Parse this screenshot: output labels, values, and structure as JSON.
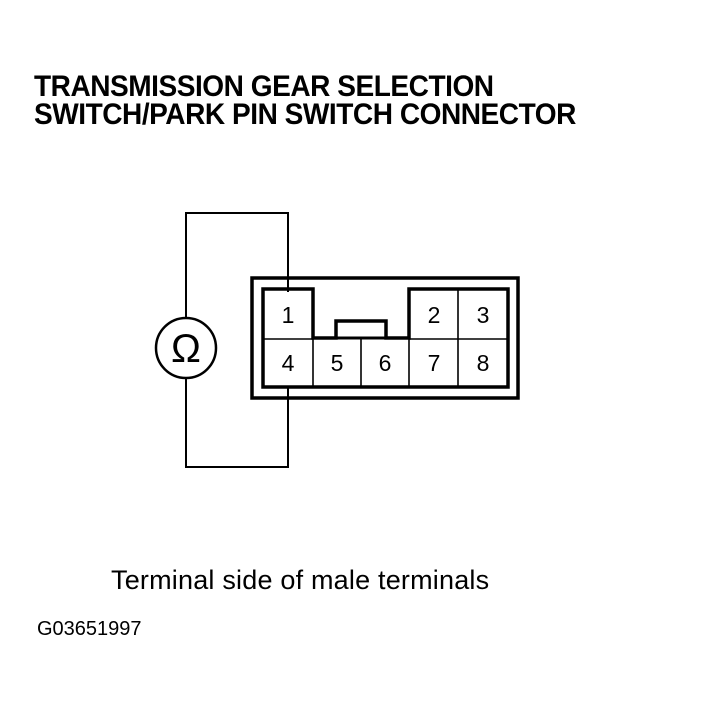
{
  "title": {
    "line1": "TRANSMISSION GEAR SELECTION",
    "line2": "SWITCH/PARK PIN SWITCH CONNECTOR"
  },
  "meter": {
    "icon": "ohmmeter-icon",
    "symbol": "Ω"
  },
  "connector": {
    "terminals": [
      {
        "pin": "1",
        "row": 1,
        "col": 1
      },
      {
        "pin": "2",
        "row": 1,
        "col": 4
      },
      {
        "pin": "3",
        "row": 1,
        "col": 5
      },
      {
        "pin": "4",
        "row": 2,
        "col": 1
      },
      {
        "pin": "5",
        "row": 2,
        "col": 2
      },
      {
        "pin": "6",
        "row": 2,
        "col": 3
      },
      {
        "pin": "7",
        "row": 2,
        "col": 4
      },
      {
        "pin": "8",
        "row": 2,
        "col": 5
      }
    ],
    "probe_pins": [
      "1",
      "4"
    ],
    "labels": {
      "p1": "1",
      "p2": "2",
      "p3": "3",
      "p4": "4",
      "p5": "5",
      "p6": "6",
      "p7": "7",
      "p8": "8"
    }
  },
  "caption": "Terminal side of male terminals",
  "figure_id": "G03651997"
}
